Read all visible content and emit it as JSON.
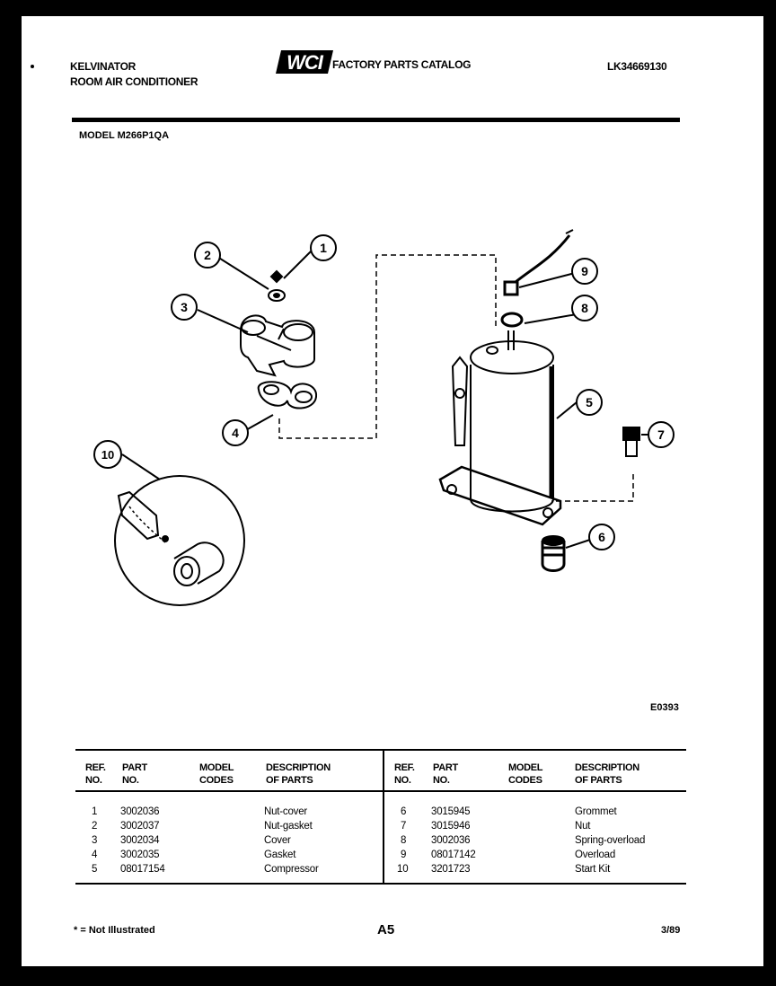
{
  "header": {
    "brand": "KELVINATOR",
    "product": "ROOM AIR CONDITIONER",
    "logo": "WCI",
    "catalog_title": "FACTORY PARTS CATALOG",
    "catalog_number": "LK34669130"
  },
  "model": "MODEL M266P1QA",
  "diagram": {
    "callouts": [
      "1",
      "2",
      "3",
      "4",
      "5",
      "6",
      "7",
      "8",
      "9",
      "10"
    ],
    "drawing_code": "E0393"
  },
  "table": {
    "headers": {
      "ref": [
        "REF.",
        "NO."
      ],
      "part": [
        "PART",
        "NO."
      ],
      "model": [
        "MODEL",
        "CODES"
      ],
      "desc": [
        "DESCRIPTION",
        "OF PARTS"
      ]
    },
    "left_rows": [
      {
        "ref": "1",
        "part": "3002036",
        "codes": "",
        "desc": "Nut-cover"
      },
      {
        "ref": "2",
        "part": "3002037",
        "codes": "",
        "desc": "Nut-gasket"
      },
      {
        "ref": "3",
        "part": "3002034",
        "codes": "",
        "desc": "Cover"
      },
      {
        "ref": "4",
        "part": "3002035",
        "codes": "",
        "desc": "Gasket"
      },
      {
        "ref": "5",
        "part": "08017154",
        "codes": "",
        "desc": "Compressor"
      }
    ],
    "right_rows": [
      {
        "ref": "6",
        "part": "3015945",
        "codes": "",
        "desc": "Grommet"
      },
      {
        "ref": "7",
        "part": "3015946",
        "codes": "",
        "desc": "Nut"
      },
      {
        "ref": "8",
        "part": "3002036",
        "codes": "",
        "desc": "Spring-overload"
      },
      {
        "ref": "9",
        "part": "08017142",
        "codes": "",
        "desc": "Overload"
      },
      {
        "ref": "10",
        "part": "3201723",
        "codes": "",
        "desc": "Start Kit"
      }
    ]
  },
  "footer": {
    "note": "* = Not Illustrated",
    "page": "A5",
    "date": "3/89"
  }
}
